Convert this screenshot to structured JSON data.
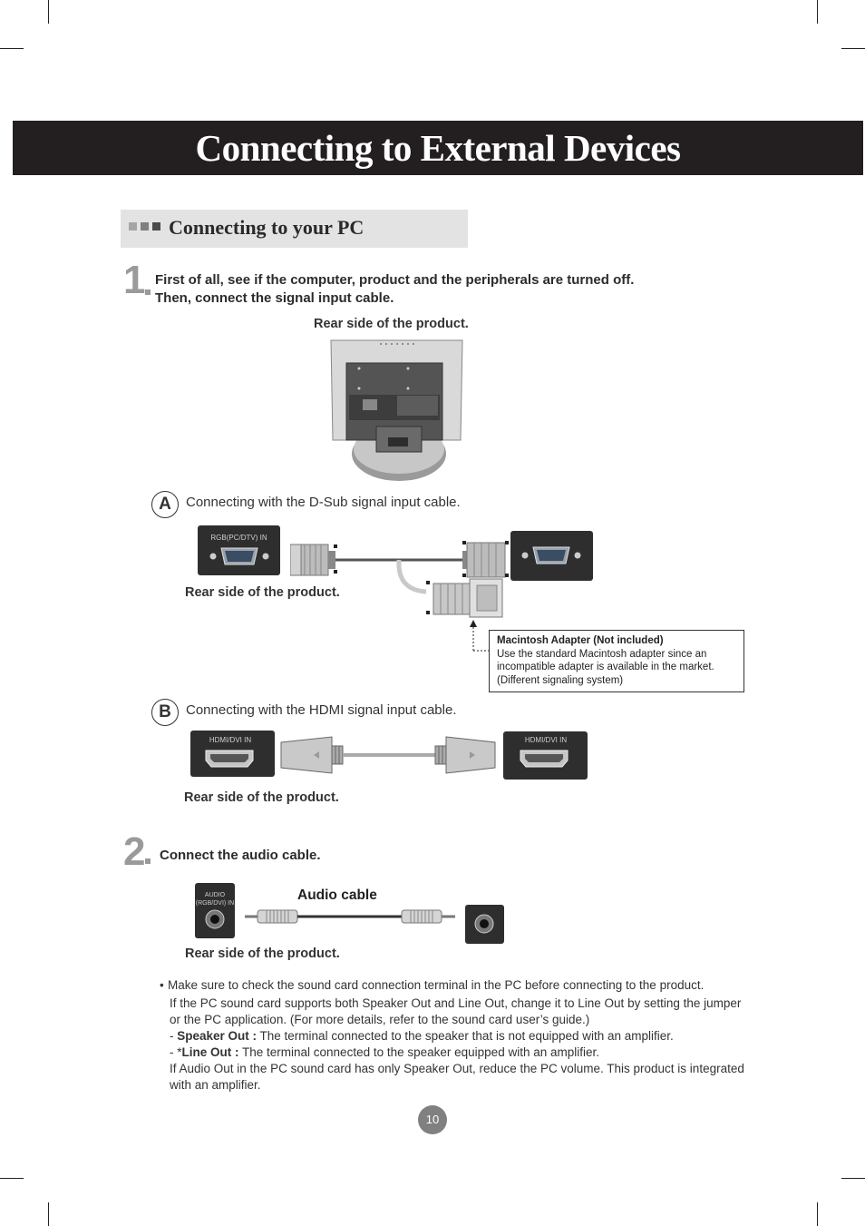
{
  "header": {
    "title": "Connecting to External Devices"
  },
  "section": {
    "title": "Connecting to your PC"
  },
  "step1": {
    "number": "1",
    "line1": "First of all, see if the computer, product and the peripherals are turned off.",
    "line2": "Then, connect the signal input cable."
  },
  "monitor_caption": "Rear side of the product.",
  "option_a": {
    "letter": "A",
    "text": "Connecting with the D-Sub signal input cable.",
    "port_label": "RGB(PC/DTV) IN",
    "caption": "Rear side of the product."
  },
  "mac_adapter": {
    "title": "Macintosh Adapter (Not included)",
    "line1": "Use the standard Macintosh adapter since an",
    "line2": "incompatible adapter is available in the market.",
    "line3": "(Different signaling system)"
  },
  "option_b": {
    "letter": "B",
    "text": "Connecting with the HDMI signal input cable.",
    "port_label_left": "HDMI/DVI IN",
    "port_label_right": "HDMI/DVI IN",
    "caption": "Rear side of the product."
  },
  "step2": {
    "number": "2",
    "text": "Connect the audio cable.",
    "port_label_1": "AUDIO",
    "port_label_2": "(RGB/DVI) IN",
    "cable_label": "Audio cable",
    "caption": "Rear side of the product."
  },
  "notes": {
    "bullet": "•",
    "line1": "Make sure to check the sound card connection terminal in the PC before connecting to the product.",
    "line2": "If the PC sound card supports both Speaker Out and Line Out, change it to Line Out by setting the jumper",
    "line3": "or the PC application. (For more details, refer to the sound card user’s guide.)",
    "speaker_prefix": "- ",
    "speaker_term": "Speaker Out :",
    "speaker_desc": " The terminal connected to the speaker that is not equipped with an amplifier.",
    "line_prefix": "- *",
    "line_term": "Line Out :",
    "line_desc": " The terminal connected to the speaker equipped with an amplifier.",
    "line6": "If Audio Out in the PC sound card has only Speaker Out, reduce the PC volume. This product is integrated",
    "line7": "with an amplifier."
  },
  "page_number": "10",
  "colors": {
    "title_bar": "#231f20",
    "section_bar": "#e3e3e4",
    "panel": "#2e2e2e",
    "step_number": "#9a9a9a"
  },
  "icons": [
    "d-sub-port-icon",
    "hdmi-port-icon",
    "audio-jack-icon",
    "monitor-rear-icon"
  ]
}
